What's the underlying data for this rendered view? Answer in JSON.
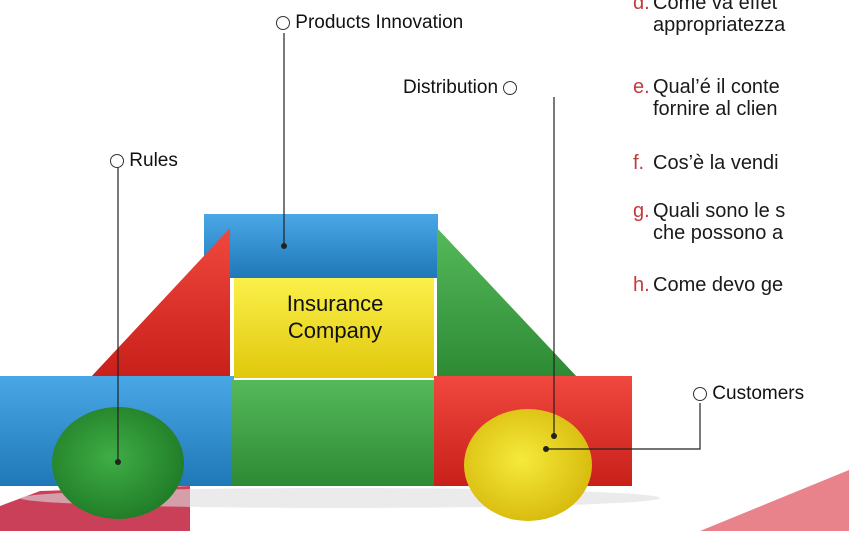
{
  "labels": {
    "products": "Products Innovation",
    "distribution": "Distribution",
    "rules": "Rules",
    "customers": "Customers",
    "center_line1": "Insurance",
    "center_line2": "Company"
  },
  "questions": [
    {
      "letter": "d.",
      "line1": "Come va effet",
      "line2": "appropriatezza"
    },
    {
      "letter": "e.",
      "line1": "Qual’é il conte",
      "line2": "fornire al clien"
    },
    {
      "letter": "f.",
      "line1": "Cos’è la vendi",
      "line2": ""
    },
    {
      "letter": "g.",
      "line1": "Quali sono le s",
      "line2": "che possono a"
    },
    {
      "letter": "h.",
      "line1": "Come devo ge",
      "line2": ""
    }
  ],
  "colors": {
    "blue": "#2f8fd0",
    "red": "#e0302a",
    "green": "#3aa043",
    "yellow": "#f2e21b",
    "accent": "#c23a3f"
  }
}
